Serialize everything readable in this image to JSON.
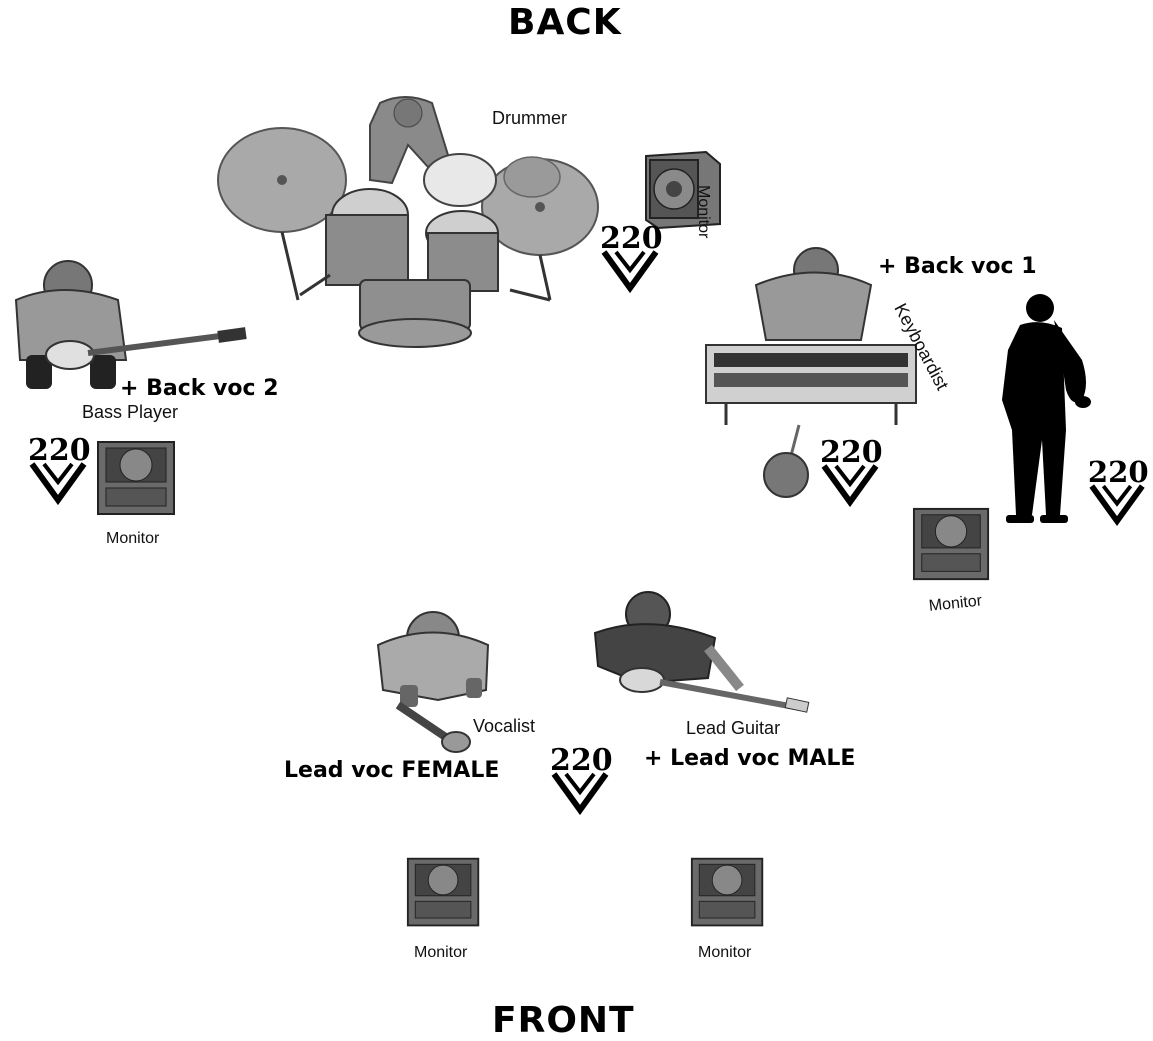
{
  "stage": {
    "back": "BACK",
    "front": "FRONT"
  },
  "musicians": {
    "drummer": {
      "role": "Drummer"
    },
    "bass": {
      "role": "Bass Player",
      "vocal": "+ Back voc 2"
    },
    "keys": {
      "role": "Keyboardist",
      "vocal": "+ Back voc 1"
    },
    "vocalist": {
      "role": "Vocalist",
      "vocal": "Lead voc FEMALE"
    },
    "guitar": {
      "role": "Lead Guitar",
      "vocal": "+ Lead voc MALE"
    }
  },
  "monitor_label": "Monitor",
  "power_label": "220",
  "icons": [
    "drum-kit",
    "bass-guitar",
    "keyboard",
    "saxophone-silhouette",
    "microphone",
    "electric-guitar",
    "monitor-speaker",
    "power-outlet"
  ]
}
